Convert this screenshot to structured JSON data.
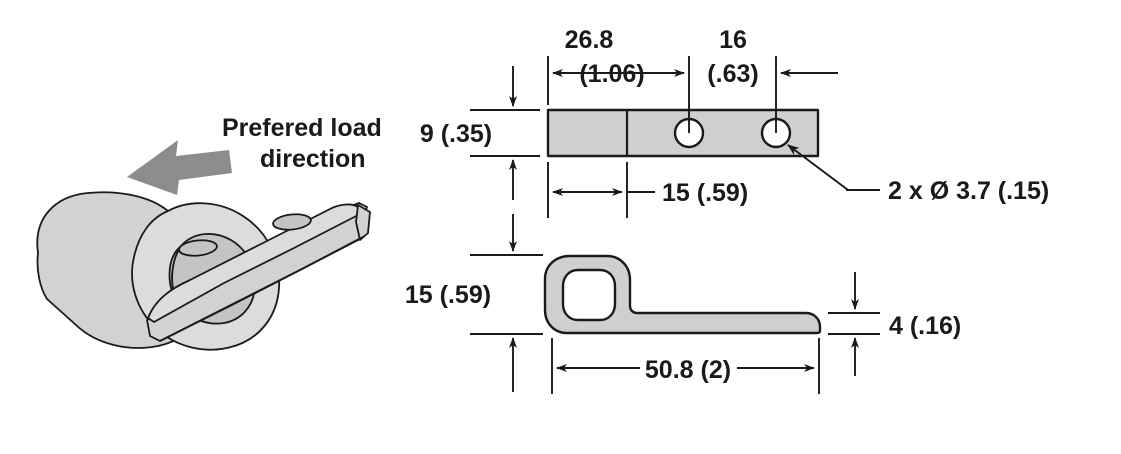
{
  "drawing": {
    "title": "Bracket dimensional drawing",
    "colors": {
      "part_fill": "#cfcfcf",
      "iso_fill": "#d2d2d2",
      "line": "#1a1a1a",
      "load_arrow": "#8c8c8c",
      "background": "#ffffff"
    },
    "note": {
      "load_direction_line1": "Prefered load",
      "load_direction_line2": "direction"
    },
    "top_view": {
      "dim_overall_offset_mm": "26.8",
      "dim_overall_offset_in": "(1.06)",
      "dim_hole_spacing_mm": "16",
      "dim_hole_spacing_in": "(.63)",
      "dim_thickness": "9 (.35)",
      "dim_step": "15 (.59)",
      "hole_callout": "2 x Ø 3.7 (.15)"
    },
    "side_view": {
      "dim_height": "15 (.59)",
      "dim_length": "50.8 (2)",
      "dim_plate_thickness": "4 (.16)"
    }
  }
}
